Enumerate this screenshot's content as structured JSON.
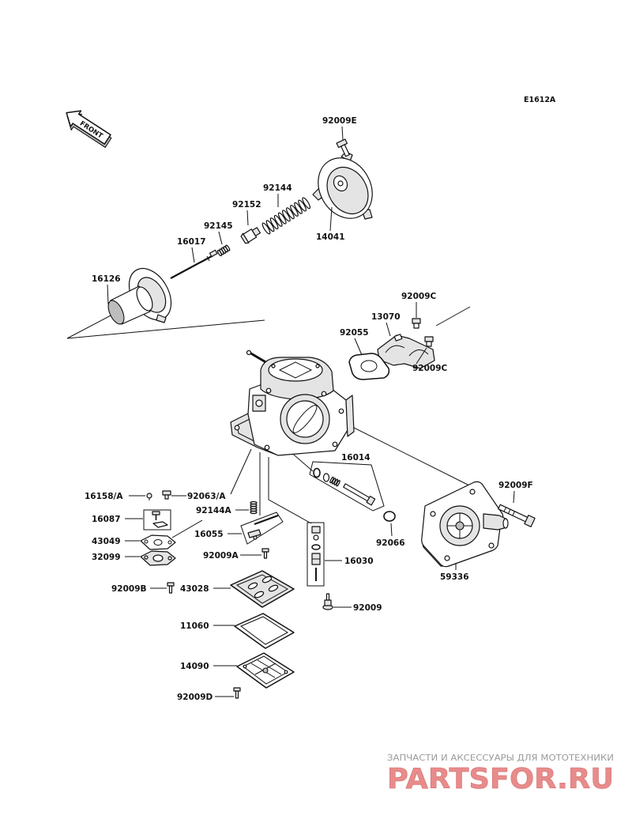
{
  "diagram": {
    "code": "E1612A",
    "front": {
      "label": "FRONT",
      "icon": "front-arrow"
    },
    "labels": [
      "92009E",
      "92144",
      "92152",
      "92145",
      "16017",
      "14041",
      "16126",
      "92009C",
      "13070",
      "92055",
      "92009C",
      "16014",
      "92009F",
      "16158/A",
      "92063/A",
      "92144A",
      "16087",
      "16055",
      "92066",
      "43049",
      "32099",
      "92009A",
      "16030",
      "59336",
      "92009B",
      "43028",
      "92009",
      "11060",
      "14090",
      "92009D"
    ]
  },
  "watermark": {
    "tagline": "ЗАПЧАСТИ И АКСЕССУАРЫ ДЛЯ МОТОТЕХНИКИ",
    "logo": "PARTSFOR.RU"
  },
  "colors": {
    "line": "#111111",
    "background": "#ffffff",
    "watermark_tagline": "#9b9b9b",
    "watermark_logo": "#e88b8b"
  }
}
